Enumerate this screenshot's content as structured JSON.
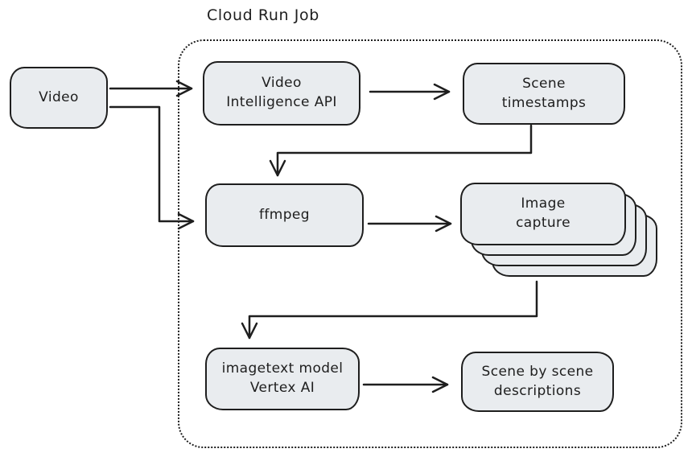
{
  "colors": {
    "node_fill": "#e9ecef",
    "stroke": "#1e1e1e",
    "background": "#ffffff"
  },
  "diagram": {
    "title": "Cloud Run Job",
    "nodes": {
      "video": {
        "label": "Video"
      },
      "video_intelligence_api": {
        "label": "Video Intelligence API",
        "lines": [
          "Video",
          "Intelligence API"
        ]
      },
      "scene_timestamps": {
        "label": "Scene timestamps",
        "lines": [
          "Scene",
          "timestamps"
        ]
      },
      "ffmpeg": {
        "label": "ffmpeg"
      },
      "image_capture": {
        "label": "Image capture",
        "lines": [
          "Image",
          "capture"
        ],
        "stack_count": 4
      },
      "imagetext_model": {
        "label": "imagetext model Vertex AI",
        "lines": [
          "imagetext model",
          "Vertex AI"
        ]
      },
      "scene_descriptions": {
        "label": "Scene by scene descriptions",
        "lines": [
          "Scene by scene",
          "descriptions"
        ]
      }
    },
    "edges": [
      {
        "from": "video",
        "to": "video_intelligence_api"
      },
      {
        "from": "video",
        "to": "ffmpeg"
      },
      {
        "from": "video_intelligence_api",
        "to": "scene_timestamps"
      },
      {
        "from": "scene_timestamps",
        "to": "ffmpeg"
      },
      {
        "from": "ffmpeg",
        "to": "image_capture"
      },
      {
        "from": "image_capture",
        "to": "imagetext_model"
      },
      {
        "from": "imagetext_model",
        "to": "scene_descriptions"
      }
    ]
  }
}
